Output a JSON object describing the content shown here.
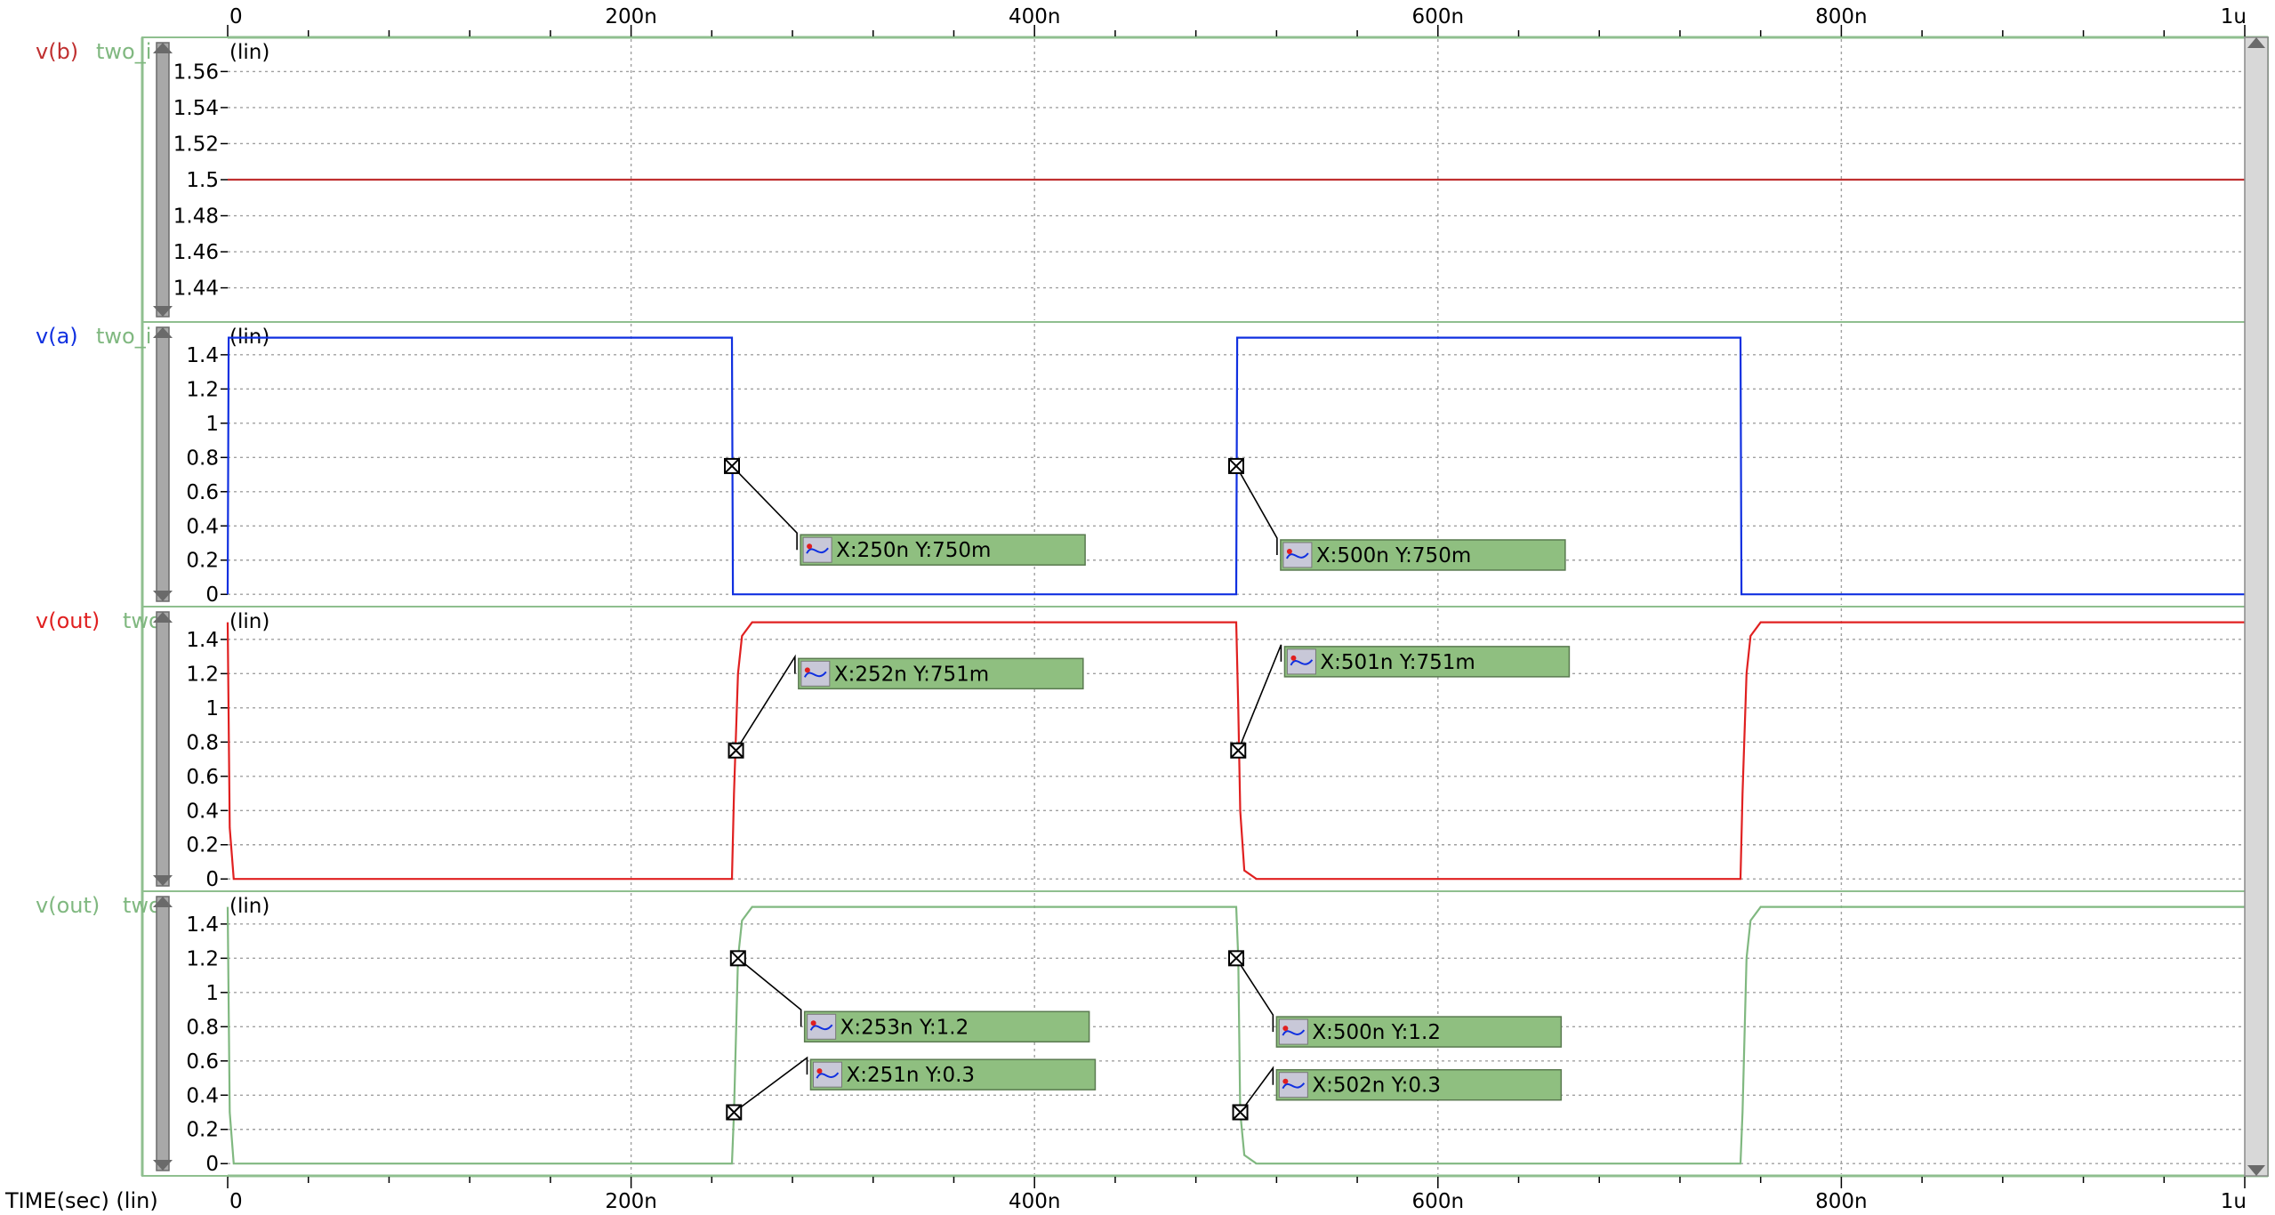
{
  "axis": {
    "xlabel": "TIME(sec) (lin)",
    "xticks": [
      {
        "t": 0,
        "label": "0"
      },
      {
        "t": 200,
        "label": "200n"
      },
      {
        "t": 400,
        "label": "400n"
      },
      {
        "t": 600,
        "label": "600n"
      },
      {
        "t": 800,
        "label": "800n"
      },
      {
        "t": 1000,
        "label": "1u"
      }
    ]
  },
  "chart_data": [
    {
      "type": "line",
      "panel_label": "v(b)",
      "panel_sublabel": "two_i",
      "scale_label": "(lin)",
      "xlim": [
        0,
        1000
      ],
      "ylim": [
        1.425,
        1.575
      ],
      "yticks": [
        {
          "v": 1.56,
          "label": "1.56"
        },
        {
          "v": 1.54,
          "label": "1.54"
        },
        {
          "v": 1.52,
          "label": "1.52"
        },
        {
          "v": 1.5,
          "label": "1.5"
        },
        {
          "v": 1.48,
          "label": "1.48"
        },
        {
          "v": 1.46,
          "label": "1.46"
        },
        {
          "v": 1.44,
          "label": "1.44"
        }
      ],
      "color": "#c03030",
      "label_color": "#c03030",
      "series": [
        {
          "x": [
            0,
            1000
          ],
          "y": [
            1.5,
            1.5
          ]
        }
      ],
      "markers": []
    },
    {
      "type": "line",
      "panel_label": "v(a)",
      "panel_sublabel": "two_i",
      "scale_label": "(lin)",
      "xlim": [
        0,
        1000
      ],
      "ylim": [
        -0.03,
        1.55
      ],
      "yticks": [
        {
          "v": 1.4,
          "label": "1.4"
        },
        {
          "v": 1.2,
          "label": "1.2"
        },
        {
          "v": 1.0,
          "label": "1"
        },
        {
          "v": 0.8,
          "label": "0.8"
        },
        {
          "v": 0.6,
          "label": "0.6"
        },
        {
          "v": 0.4,
          "label": "0.4"
        },
        {
          "v": 0.2,
          "label": "0.2"
        },
        {
          "v": 0.0,
          "label": "0"
        }
      ],
      "color": "#1030e0",
      "label_color": "#1030e0",
      "series": [
        {
          "x": [
            0,
            0.5,
            250,
            250.5,
            500,
            500.5,
            750,
            750.5,
            1000
          ],
          "y": [
            0,
            1.5,
            1.5,
            0,
            0,
            1.5,
            1.5,
            0,
            0
          ]
        }
      ],
      "markers": [
        {
          "x": 250,
          "y": 0.75,
          "text": "X:250n Y:750m",
          "bx": 284,
          "by": 0.26
        },
        {
          "x": 500,
          "y": 0.75,
          "text": "X:500n Y:750m",
          "bx": 522,
          "by": 0.23
        }
      ]
    },
    {
      "type": "line",
      "panel_label": "v(out)",
      "panel_sublabel": "two",
      "scale_label": "(lin)",
      "xlim": [
        0,
        1000
      ],
      "ylim": [
        -0.03,
        1.55
      ],
      "yticks": [
        {
          "v": 1.4,
          "label": "1.4"
        },
        {
          "v": 1.2,
          "label": "1.2"
        },
        {
          "v": 1.0,
          "label": "1"
        },
        {
          "v": 0.8,
          "label": "0.8"
        },
        {
          "v": 0.6,
          "label": "0.6"
        },
        {
          "v": 0.4,
          "label": "0.4"
        },
        {
          "v": 0.2,
          "label": "0.2"
        },
        {
          "v": 0.0,
          "label": "0"
        }
      ],
      "color": "#e02020",
      "label_color": "#e02020",
      "series": [
        {
          "x": [
            0,
            1,
            3,
            250,
            251,
            253,
            255,
            260,
            500,
            501,
            502,
            504,
            510,
            750,
            751,
            753,
            755,
            760,
            1000
          ],
          "y": [
            1.5,
            0.3,
            0,
            0,
            0.5,
            1.2,
            1.42,
            1.5,
            1.5,
            1.0,
            0.4,
            0.05,
            0,
            0,
            0.5,
            1.2,
            1.42,
            1.5,
            1.5
          ]
        }
      ],
      "markers": [
        {
          "x": 252,
          "y": 0.751,
          "text": "X:252n Y:751m",
          "bx": 283,
          "by": 1.2
        },
        {
          "x": 501,
          "y": 0.751,
          "text": "X:501n Y:751m",
          "bx": 524,
          "by": 1.27
        }
      ]
    },
    {
      "type": "line",
      "panel_label": "v(out)",
      "panel_sublabel": "two",
      "scale_label": "(lin)",
      "xlim": [
        0,
        1000
      ],
      "ylim": [
        -0.03,
        1.55
      ],
      "yticks": [
        {
          "v": 1.4,
          "label": "1.4"
        },
        {
          "v": 1.2,
          "label": "1.2"
        },
        {
          "v": 1.0,
          "label": "1"
        },
        {
          "v": 0.8,
          "label": "0.8"
        },
        {
          "v": 0.6,
          "label": "0.6"
        },
        {
          "v": 0.4,
          "label": "0.4"
        },
        {
          "v": 0.2,
          "label": "0.2"
        },
        {
          "v": 0.0,
          "label": "0"
        }
      ],
      "color": "#80b880",
      "label_color": "#80b880",
      "series": [
        {
          "x": [
            0,
            1,
            3,
            250,
            251,
            253,
            255,
            260,
            500,
            501,
            502,
            504,
            510,
            750,
            751,
            753,
            755,
            760,
            1000
          ],
          "y": [
            1.5,
            0.3,
            0,
            0,
            0.3,
            1.2,
            1.42,
            1.5,
            1.5,
            1.2,
            0.3,
            0.05,
            0,
            0,
            0.3,
            1.2,
            1.42,
            1.5,
            1.5
          ]
        }
      ],
      "markers": [
        {
          "x": 253,
          "y": 1.2,
          "text": "X:253n Y:1.2",
          "bx": 286,
          "by": 0.8
        },
        {
          "x": 251,
          "y": 0.3,
          "text": "X:251n Y:0.3",
          "bx": 289,
          "by": 0.52
        },
        {
          "x": 500,
          "y": 1.2,
          "text": "X:500n Y:1.2",
          "bx": 520,
          "by": 0.77
        },
        {
          "x": 502,
          "y": 0.3,
          "text": "X:502n Y:0.3",
          "bx": 520,
          "by": 0.46
        }
      ]
    }
  ]
}
